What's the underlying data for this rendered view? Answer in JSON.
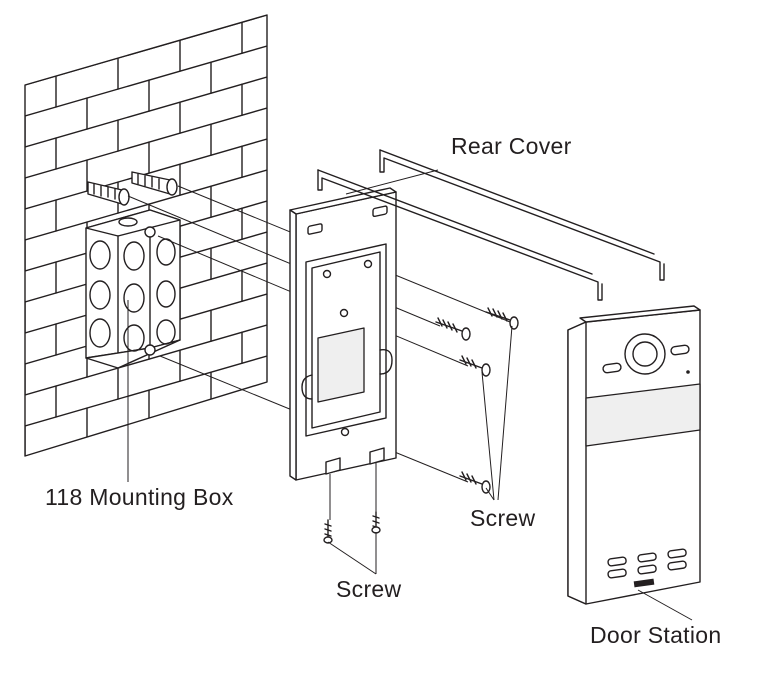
{
  "labels": {
    "rear_cover": "Rear Cover",
    "mounting_box": "118 Mounting Box",
    "screw_right": "Screw",
    "screw_bottom": "Screw",
    "door_station": "Door Station"
  }
}
